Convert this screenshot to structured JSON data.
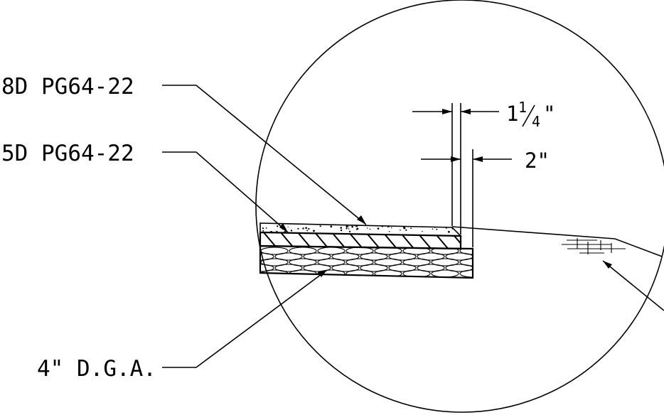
{
  "labels": {
    "surface": "8D PG64-22",
    "base": "5D PG64-22",
    "aggregate": "4\" D.G.A."
  },
  "dimensions": {
    "top_whole": "1",
    "top_num": "1",
    "top_den": "4",
    "top_unit": "\"",
    "bottom": "2\""
  }
}
